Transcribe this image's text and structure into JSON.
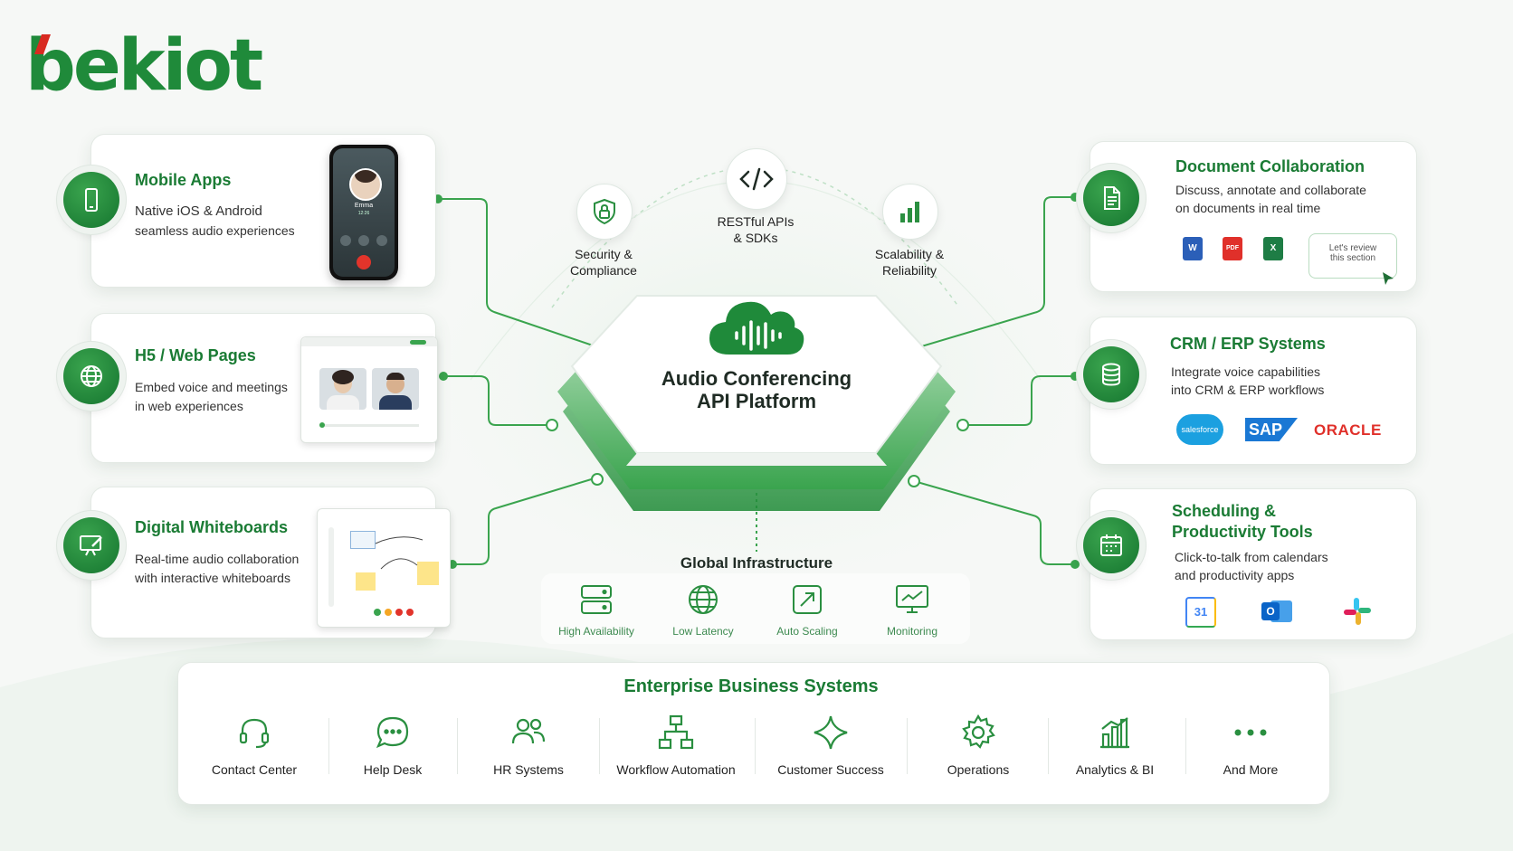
{
  "logo": {
    "text": "bekiot"
  },
  "center": {
    "line1": "Audio Conferencing",
    "line2": "API Platform"
  },
  "top_features": [
    {
      "label1": "Security &",
      "label2": "Compliance",
      "icon": "shield-lock-icon"
    },
    {
      "label1": "RESTful APIs",
      "label2": "& SDKs",
      "icon": "code-icon"
    },
    {
      "label1": "Scalability &",
      "label2": "Reliability",
      "icon": "bar-chart-icon"
    }
  ],
  "left_cards": [
    {
      "title": "Mobile Apps",
      "desc1": "Native iOS & Android",
      "desc2": "seamless audio experiences",
      "icon": "smartphone-icon"
    },
    {
      "title": "H5 / Web Pages",
      "desc1": "Embed voice and meetings",
      "desc2": "in web experiences",
      "icon": "globe-icon"
    },
    {
      "title": "Digital Whiteboards",
      "desc1": "Real-time audio collaboration",
      "desc2": "with interactive whiteboards",
      "icon": "whiteboard-icon"
    }
  ],
  "right_cards": [
    {
      "title": "Document Collaboration",
      "desc1": "Discuss, annotate and collaborate",
      "desc2": "on documents in real time",
      "icon": "document-icon",
      "note1": "Let's review",
      "note2": "this section"
    },
    {
      "title": "CRM / ERP Systems",
      "desc1": "Integrate voice capabilities",
      "desc2": "into CRM & ERP workflows",
      "icon": "database-icon",
      "brands": [
        "salesforce",
        "SAP",
        "ORACLE"
      ]
    },
    {
      "title1": "Scheduling &",
      "title2": "Productivity Tools",
      "desc1": "Click-to-talk from calendars",
      "desc2": "and productivity apps",
      "icon": "calendar-icon",
      "cal_day": "31"
    }
  ],
  "phone": {
    "name": "Emma",
    "time": "12:26"
  },
  "global_infra": {
    "title": "Global Infrastructure",
    "items": [
      "High Availability",
      "Low Latency",
      "Auto Scaling",
      "Monitoring"
    ]
  },
  "enterprise": {
    "title": "Enterprise Business Systems",
    "items": [
      "Contact Center",
      "Help Desk",
      "HR Systems",
      "Workflow Automation",
      "Customer Success",
      "Operations",
      "Analytics & BI",
      "And More"
    ]
  },
  "colors": {
    "brand_green": "#1a7b34",
    "accent_green": "#3aa44e",
    "logo_red": "#d82a20"
  }
}
